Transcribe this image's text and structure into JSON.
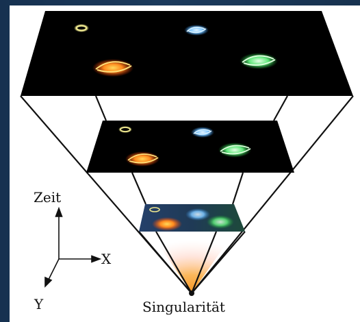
{
  "labels": {
    "time_axis": "Zeit",
    "x_axis": "X",
    "y_axis": "Y",
    "singularity": "Singularität"
  },
  "colors": {
    "background": "#1b3552",
    "plane": "#000000",
    "line": "#111111",
    "glow": "#f9a23a"
  },
  "galaxies": [
    {
      "name": "yellow-ring",
      "color": "#e6e08a"
    },
    {
      "name": "blue-spiral",
      "color": "#8fd0ff"
    },
    {
      "name": "orange-spiral",
      "color": "#ff8a1e"
    },
    {
      "name": "green-spiral",
      "color": "#5fe87a"
    }
  ]
}
